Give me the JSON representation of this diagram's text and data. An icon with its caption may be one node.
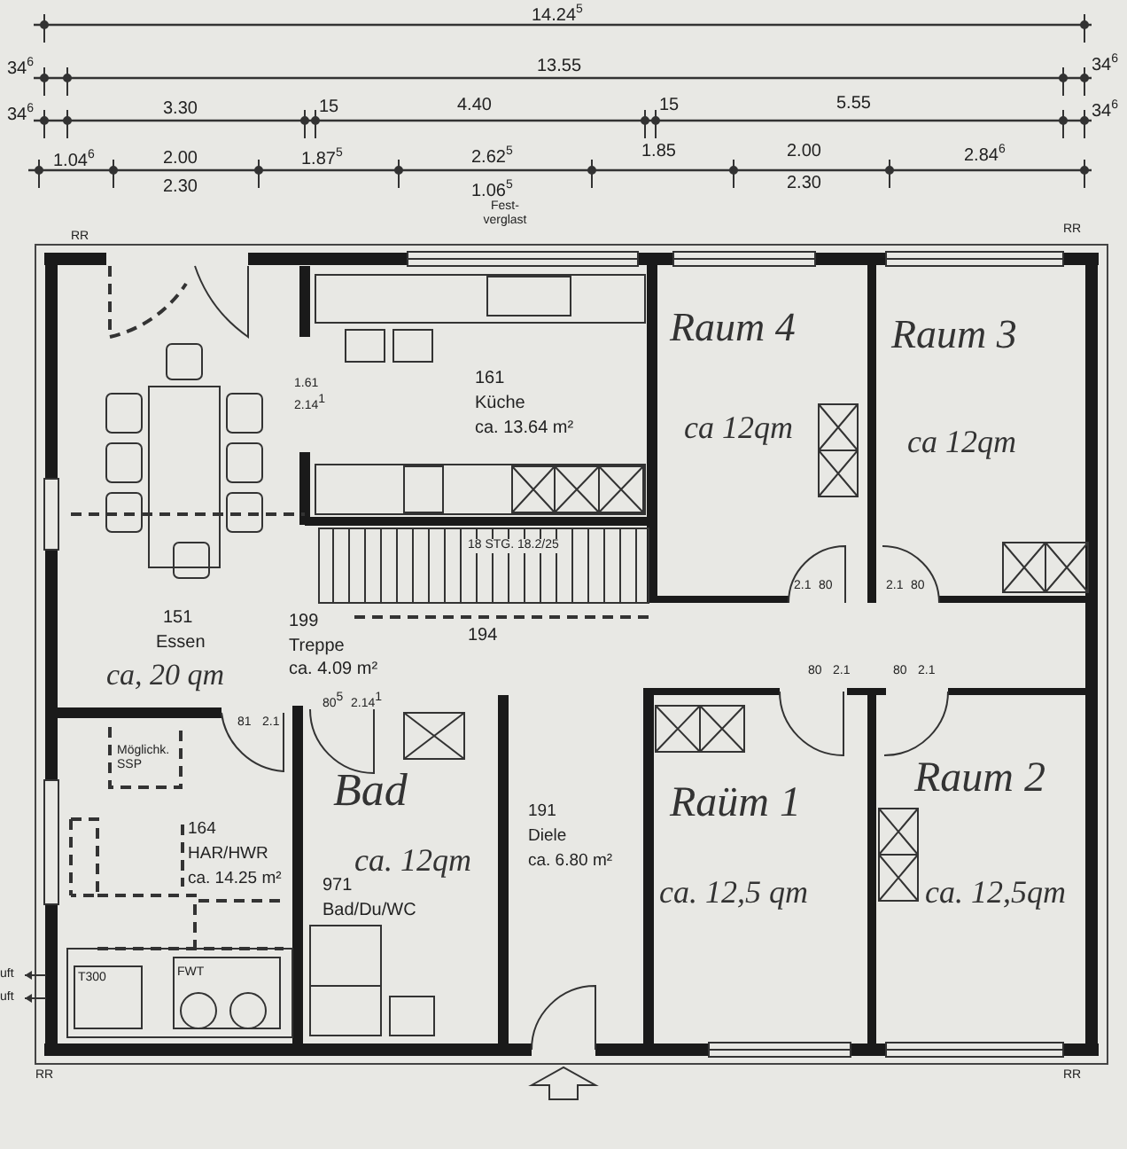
{
  "diagram": {
    "nodes": [
      {
        "text": [
          "151",
          "Essen",
          "ca, 20 qm"
        ]
      },
      {
        "text": [
          "161",
          "Küche",
          "ca. 13.64 m²"
        ]
      },
      {
        "text": [
          "Raum 4",
          "ca 12qm"
        ]
      },
      {
        "text": [
          "Raum 3",
          "ca 12qm"
        ]
      },
      {
        "text": [
          "199",
          "Treppe",
          "ca. 4.09 m²"
        ]
      },
      {
        "text": [
          "164",
          "HAR/HWR",
          "ca. 14.25 m²"
        ]
      },
      {
        "text": [
          "Bad",
          "ca. 12qm",
          "971",
          "Bad/Du/WC"
        ]
      },
      {
        "text": [
          "191",
          "Diele",
          "ca. 6.80 m²"
        ]
      },
      {
        "text": [
          "Raüm 1",
          "ca. 12,5 qm"
        ]
      },
      {
        "text": [
          "Raum 2",
          "ca. 12,5qm"
        ]
      }
    ],
    "edges": [],
    "labels": [
      "14.24$^{5}$",
      "34$^{6}$",
      "13.55",
      "34$^{6}$",
      "34$^{6}$",
      "3.30",
      "15",
      "4.40",
      "15",
      "5.55",
      "34$^{6}$",
      "1.04$^{6}$",
      "2.00",
      "2.30",
      "1.87$^{5}$",
      "2.62$^{5}$",
      "1.06$^{5}$",
      "1.85",
      "2.00",
      "2.30",
      "2.84$^{6}$",
      "Fest- verglast",
      "RR",
      "RR",
      "1.61",
      "2.14$^{1}$",
      "18 STG. 18.2/25",
      "194",
      "81",
      "2.1",
      "80$^{5}$",
      "2.14$^{1}$",
      "2.1",
      "80",
      "2.1",
      "80",
      "80",
      "2.1",
      "80",
      "2.1",
      "Möglichk. SSP",
      "uft",
      "uft",
      "T300",
      "FWT",
      "RR",
      "RR"
    ]
  }
}
